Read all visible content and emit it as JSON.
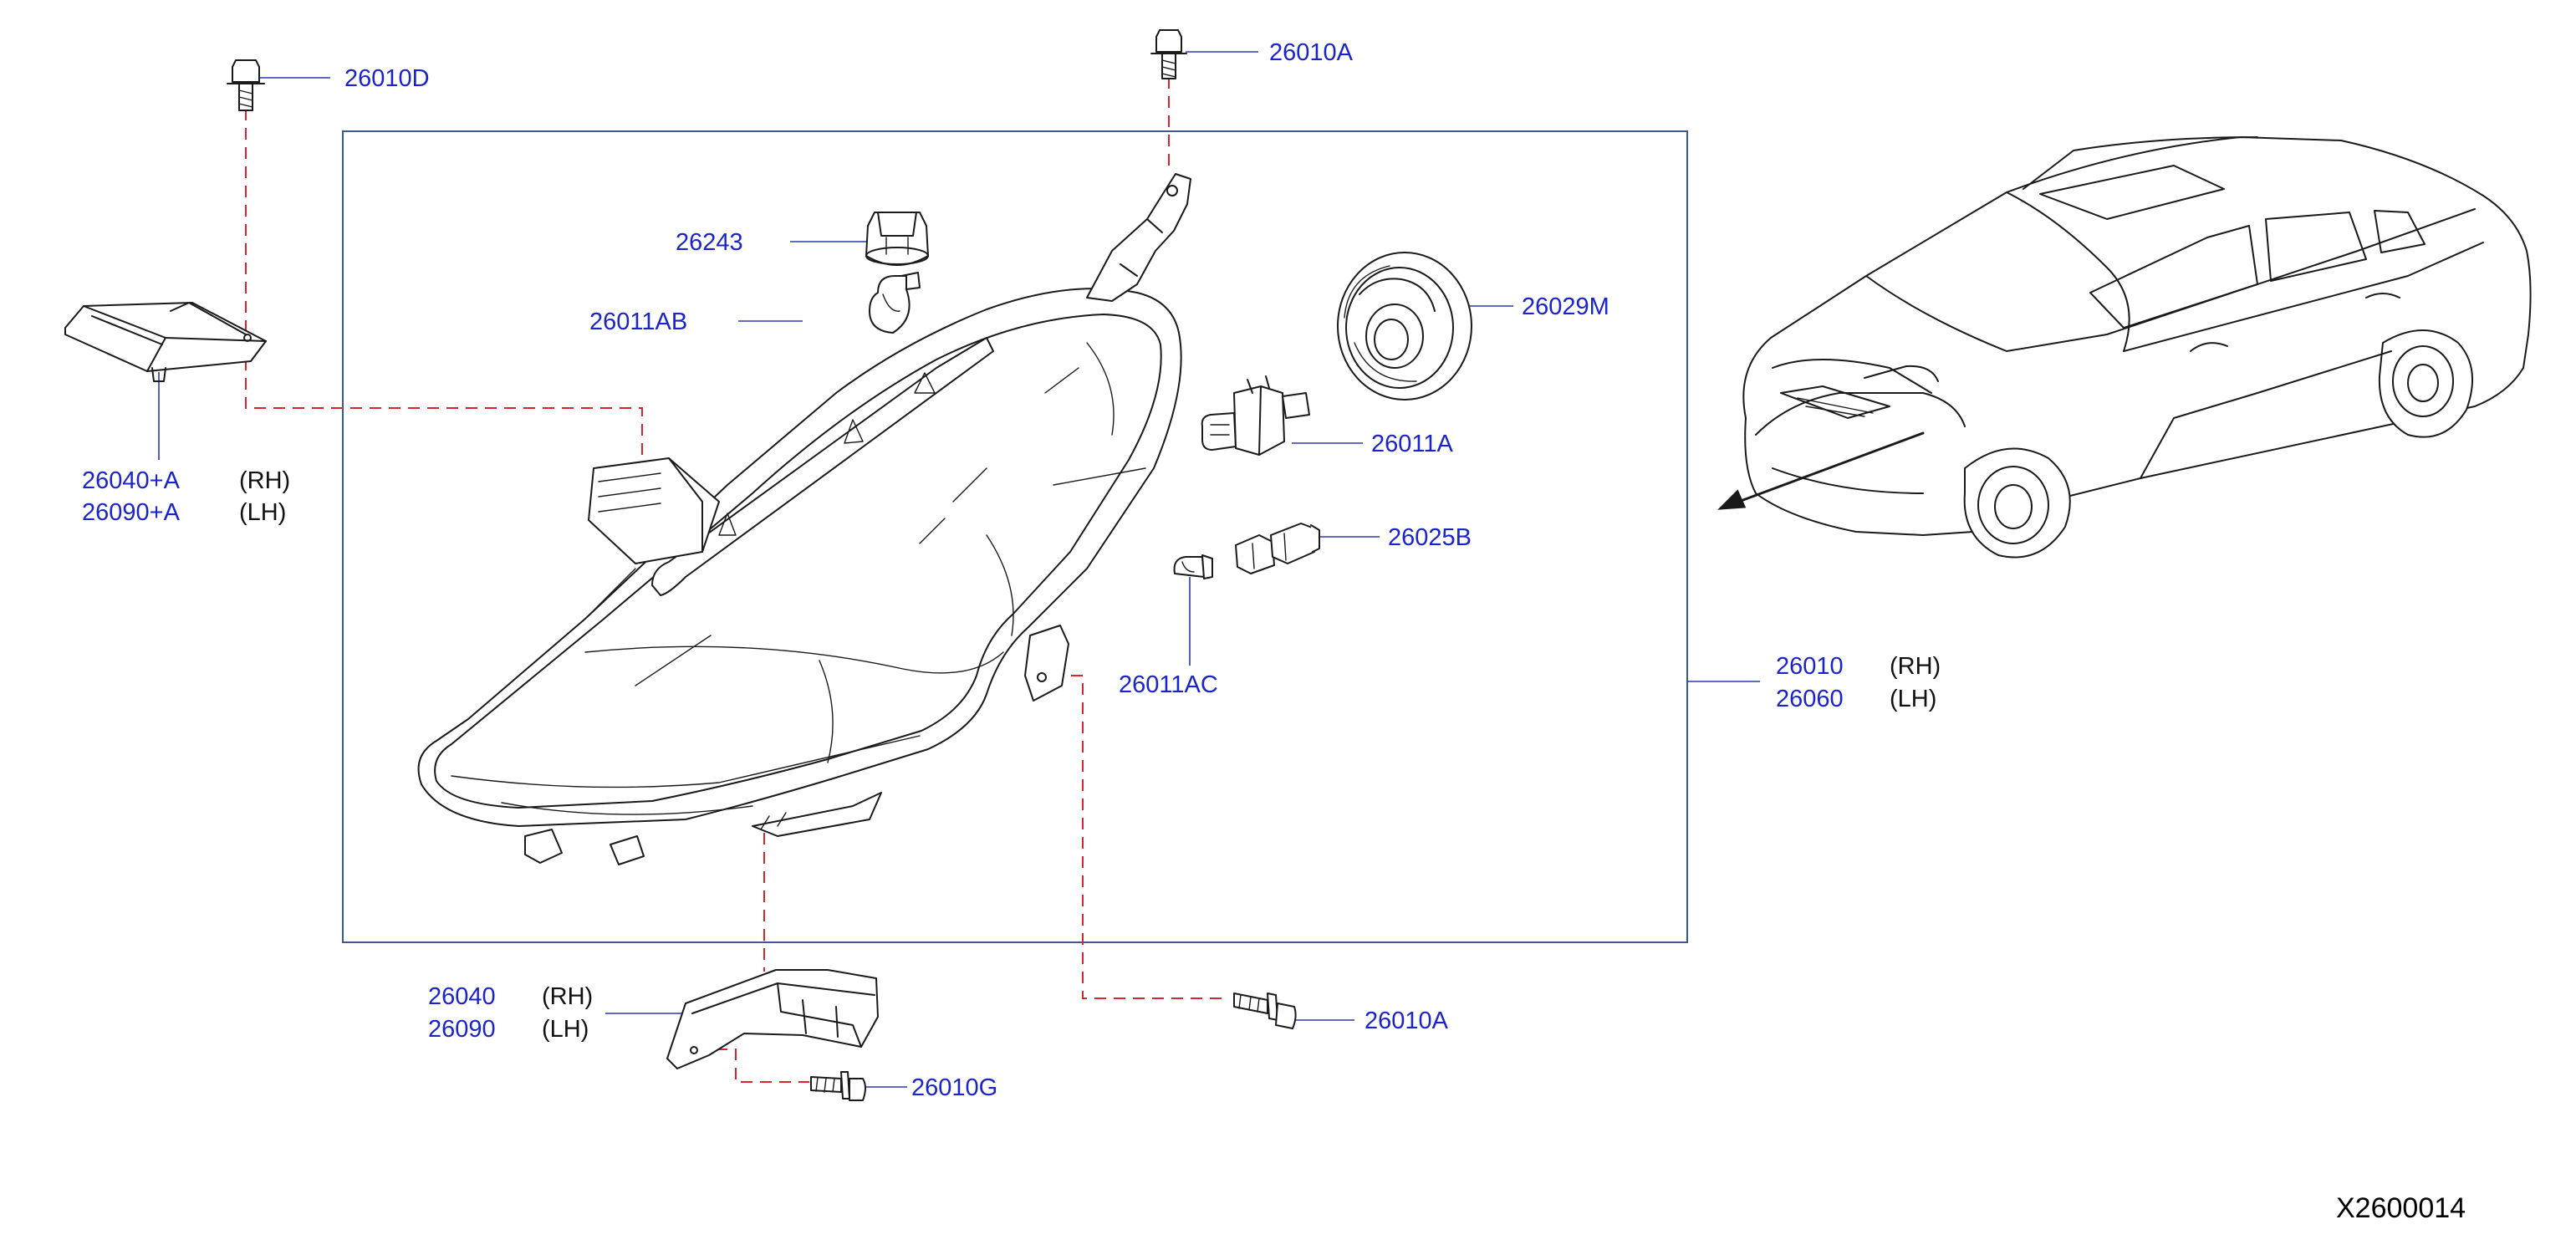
{
  "callouts": {
    "bolt_top_left": "26010D",
    "bolt_top_center": "26010A",
    "bulb_socket": "26243",
    "bulb_small": "26011AB",
    "dust_cap": "26029M",
    "halogen_bulb": "26011A",
    "side_socket": "26025B",
    "wedge_bulb": "26011AC",
    "bracket_upper_rh": "26040+A",
    "bracket_upper_lh": "26090+A",
    "bracket_upper_rh_side": "(RH)",
    "bracket_upper_lh_side": "(LH)",
    "headlamp_rh": "26010",
    "headlamp_lh": "26060",
    "headlamp_rh_side": "(RH)",
    "headlamp_lh_side": "(LH)",
    "bracket_lower_rh": "26040",
    "bracket_lower_lh": "26090",
    "bracket_lower_rh_side": "(RH)",
    "bracket_lower_lh_side": "(LH)",
    "bolt_lower": "26010G",
    "bolt_right": "26010A"
  },
  "diagram_code": "X2600014",
  "colors": {
    "part_number_text": "#1a24c8",
    "leader_line": "#2a3aa8",
    "dashed_guide": "#d8242c",
    "frame": "#3a5a90",
    "linework": "#1a1a1a"
  }
}
